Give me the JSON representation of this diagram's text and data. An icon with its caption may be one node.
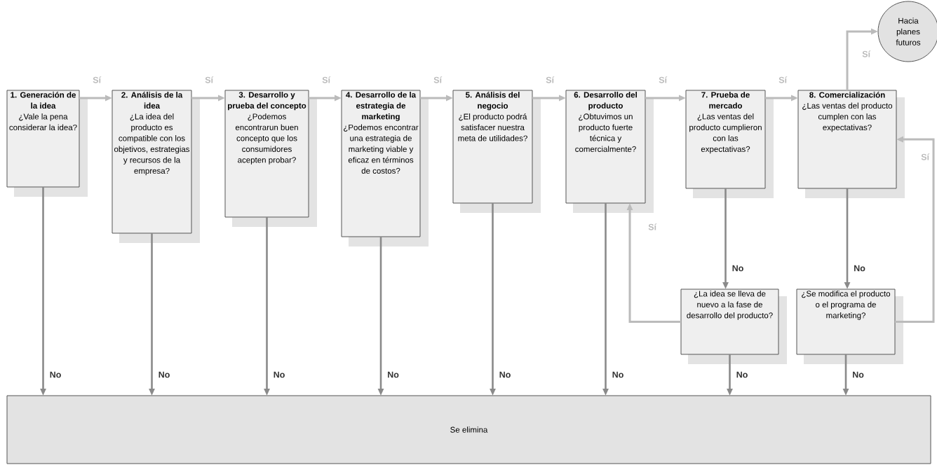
{
  "diagram": {
    "nodes": [
      {
        "text": [
          "1. Generación de la idea",
          "¿Vale la pena considerar la idea?"
        ]
      },
      {
        "text": [
          "2. Análisis de la idea",
          "¿La idea del producto es compatible con los objetivos, estrategias y recursos de la empresa?"
        ]
      },
      {
        "text": [
          "3. Desarrollo y prueba del concepto",
          "¿Podemos encontrarun buen concepto que los consumidores acepten probar?"
        ]
      },
      {
        "text": [
          "4. Desarrollo de la estrategia de marketing",
          "¿Podemos encontrar una estrategia de marketing viable y eficaz en términos de costos?"
        ]
      },
      {
        "text": [
          "5. Análisis del negocio",
          "¿El producto podrá satisfacer nuestra meta de utilidades?"
        ]
      },
      {
        "text": [
          "6. Desarrollo del producto",
          "¿Obtuvimos un producto fuerte técnica y comercialmente?"
        ]
      },
      {
        "text": [
          "7. Prueba de mercado",
          "¿Las ventas del producto cumplieron con las expectativas?"
        ]
      },
      {
        "text": [
          "8. Comercialización",
          "¿Las ventas del producto cumplen con las expectativas?"
        ]
      },
      {
        "text": [
          "Hacia planes futuros"
        ]
      },
      {
        "text": [
          "¿La idea se lleva de nuevo a la fase de desarrollo del producto?"
        ]
      },
      {
        "text": [
          "¿Se modifica el producto o el programa de marketing?"
        ]
      },
      {
        "text": [
          "Se elimina"
        ]
      }
    ],
    "edges": [
      {
        "from": 0,
        "to": 1,
        "arrow": "to",
        "label": "Sí",
        "color": "#bbbbbb"
      },
      {
        "from": 1,
        "to": 2,
        "arrow": "to",
        "label": "Sí",
        "color": "#bbbbbb"
      },
      {
        "from": 2,
        "to": 3,
        "arrow": "to",
        "label": "Sí",
        "color": "#bbbbbb"
      },
      {
        "from": 3,
        "to": 4,
        "arrow": "to",
        "label": "Sí",
        "color": "#bbbbbb"
      },
      {
        "from": 4,
        "to": 5,
        "arrow": "to",
        "label": "Sí",
        "color": "#bbbbbb"
      },
      {
        "from": 5,
        "to": 6,
        "arrow": "to",
        "label": "Sí",
        "color": "#bbbbbb"
      },
      {
        "from": 6,
        "to": 7,
        "arrow": "to",
        "label": "Sí",
        "color": "#bbbbbb"
      },
      {
        "from": 7,
        "to": 8,
        "arrow": "to",
        "label": "Sí",
        "color": "#bbbbbb"
      },
      {
        "from": 0,
        "to": 11,
        "arrow": "to",
        "label": "No"
      },
      {
        "from": 1,
        "to": 11,
        "arrow": "to",
        "label": "No"
      },
      {
        "from": 2,
        "to": 11,
        "arrow": "to",
        "label": "No"
      },
      {
        "from": 3,
        "to": 11,
        "arrow": "to",
        "label": "No"
      },
      {
        "from": 4,
        "to": 11,
        "arrow": "to",
        "label": "No"
      },
      {
        "from": 5,
        "to": 11,
        "arrow": "to",
        "label": "No"
      },
      {
        "from": 6,
        "to": 9,
        "arrow": "to",
        "label": "No"
      },
      {
        "from": 7,
        "to": 10,
        "arrow": "to",
        "label": "No"
      },
      {
        "from": 9,
        "to": 11,
        "arrow": "to",
        "label": "No"
      },
      {
        "from": 10,
        "to": 11,
        "arrow": "to",
        "label": "No"
      },
      {
        "from": 9,
        "to": 5,
        "arrow": "to",
        "label": "Sí",
        "color": "#bbbbbb"
      },
      {
        "from": 10,
        "to": 7,
        "arrow": "to",
        "label": "Sí",
        "color": "#bbbbbb"
      }
    ]
  }
}
